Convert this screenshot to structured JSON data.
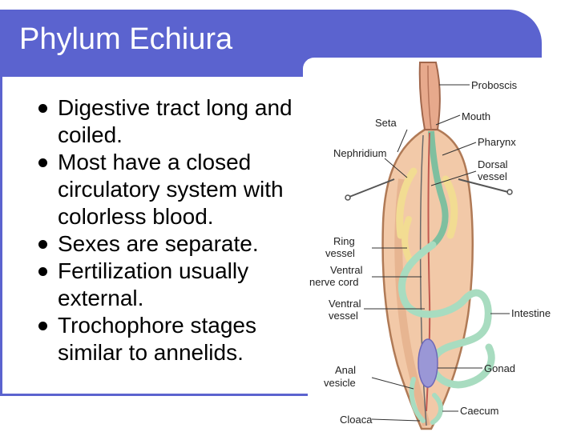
{
  "slide": {
    "title": "Phylum Echiura",
    "bullets": [
      "Digestive tract long and coiled.",
      "Most have a closed circulatory system with colorless blood.",
      "Sexes are separate.",
      "Fertilization usually external.",
      "Trochophore stages similar to annelids."
    ]
  },
  "figure": {
    "labels": {
      "proboscis": "Proboscis",
      "mouth": "Mouth",
      "seta": "Seta",
      "pharynx": "Pharynx",
      "nephridium": "Nephridium",
      "dorsal_vessel_1": "Dorsal",
      "dorsal_vessel_2": "vessel",
      "ring_vessel_1": "Ring",
      "ring_vessel_2": "vessel",
      "ventral_nerve_cord_1": "Ventral",
      "ventral_nerve_cord_2": "nerve cord",
      "ventral_vessel_1": "Ventral",
      "ventral_vessel_2": "vessel",
      "intestine": "Intestine",
      "anal_vesicle_1": "Anal",
      "anal_vesicle_2": "vesicle",
      "gonad": "Gonad",
      "cloaca": "Cloaca",
      "caecum": "Caecum"
    }
  },
  "colors": {
    "title_bar": "#5b63cf",
    "body_wall": "#f2c9a8",
    "intestine": "#a8dcc0",
    "nephridia": "#f2dc92",
    "gonad": "#9a97d6",
    "proboscis": "#e7a98c"
  }
}
